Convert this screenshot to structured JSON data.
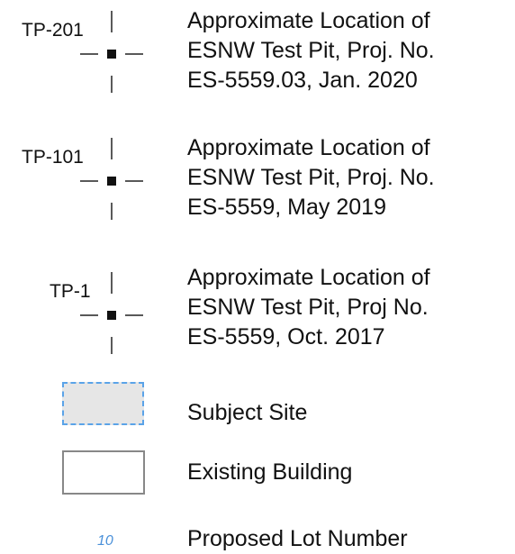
{
  "legend": {
    "test_pits": [
      {
        "label": "TP-201",
        "lines": [
          "Approximate Location of",
          "ESNW Test Pit, Proj. No.",
          "ES-5559.03, Jan. 2020"
        ]
      },
      {
        "label": "TP-101",
        "lines": [
          "Approximate Location of",
          "ESNW Test Pit, Proj. No.",
          "ES-5559, May 2019"
        ]
      },
      {
        "label": "TP-1",
        "lines": [
          "Approximate Location of",
          "ESNW Test Pit, Proj No.",
          "ES-5559, Oct. 2017"
        ]
      }
    ],
    "subject_site": "Subject Site",
    "existing_building": "Existing Building",
    "lot_number_sample": "10",
    "lot_number_label": "Proposed Lot Number"
  },
  "colors": {
    "site_border": "#5aa3e8",
    "site_fill": "#e6e6e6",
    "building_border": "#888888",
    "lot_number": "#4a90d9"
  }
}
